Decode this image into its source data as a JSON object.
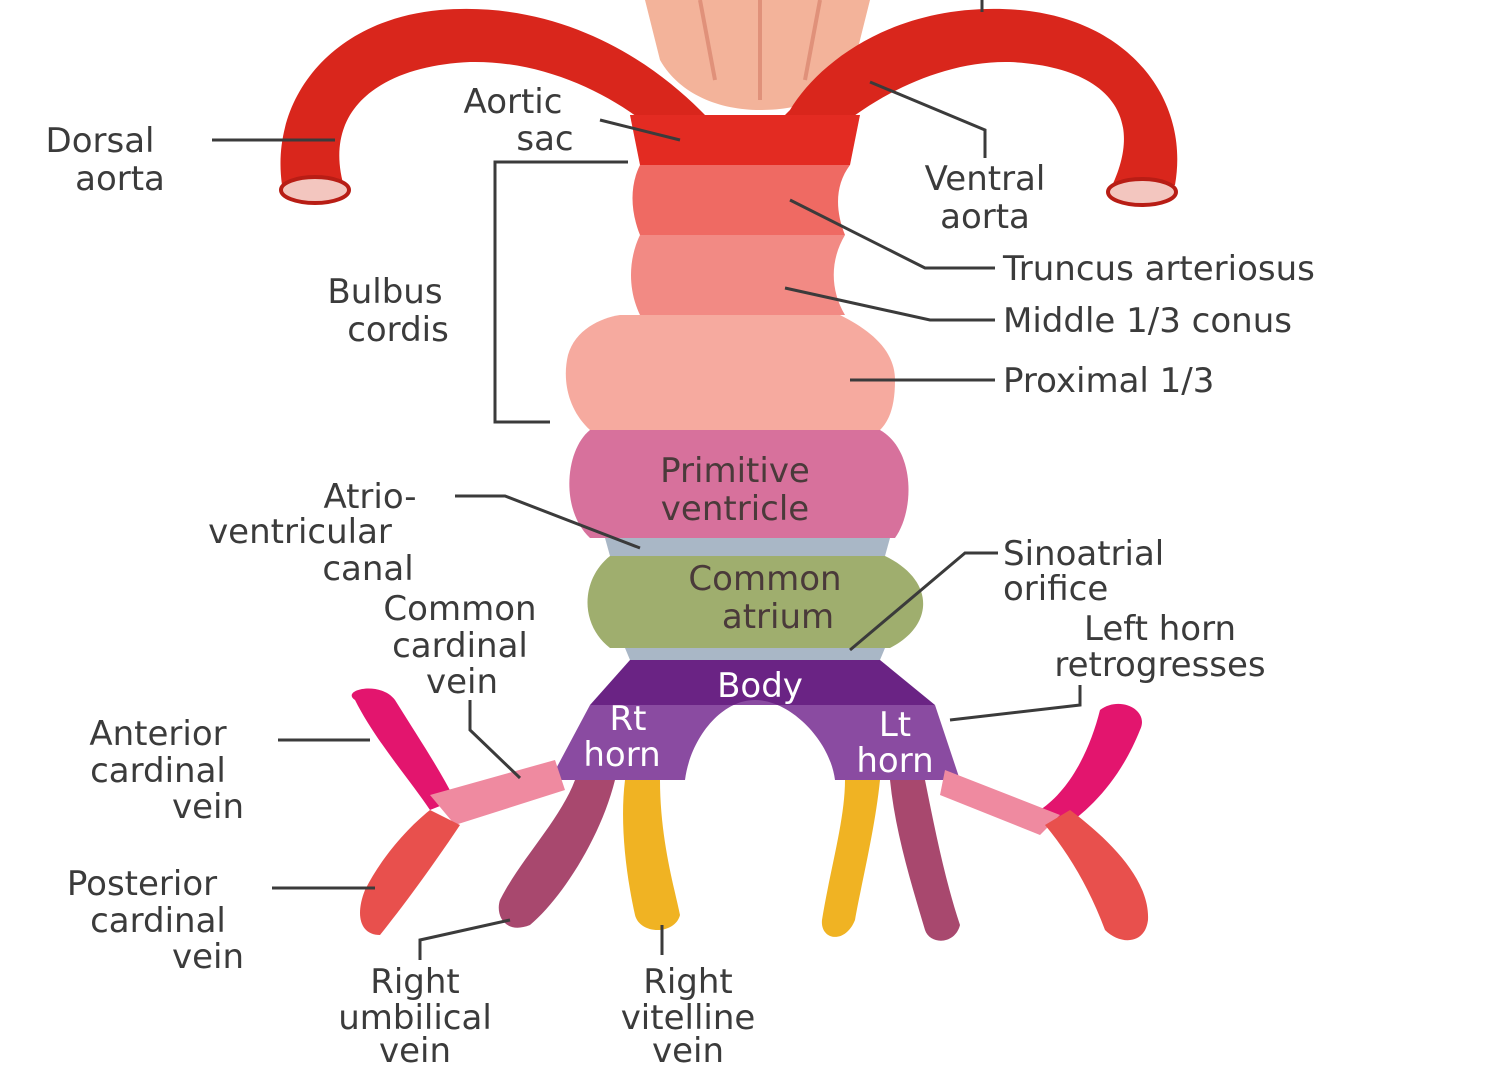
{
  "labels": {
    "dorsal_aorta": [
      "Dorsal",
      "aorta"
    ],
    "aortic_sac": [
      "Aortic",
      "sac"
    ],
    "ventral_aorta": [
      "Ventral",
      "aorta"
    ],
    "truncus": "Truncus arteriosus",
    "middle_conus": "Middle 1/3 conus",
    "proximal": "Proximal 1/3",
    "bulbus_cordis": [
      "Bulbus",
      "cordis"
    ],
    "primitive_ventricle": [
      "Primitive",
      "ventricle"
    ],
    "av_canal": [
      "Atrio-",
      "ventricular",
      "canal"
    ],
    "common_atrium": [
      "Common",
      "atrium"
    ],
    "sinoatrial": [
      "Sinoatrial",
      "orifice"
    ],
    "left_horn": [
      "Left horn",
      "retrogresses"
    ],
    "common_cardinal": [
      "Common",
      "cardinal",
      "vein"
    ],
    "body": "Body",
    "rt_horn": [
      "Rt",
      "horn"
    ],
    "lt_horn": [
      "Lt",
      "horn"
    ],
    "anterior_cardinal": [
      "Anterior",
      "cardinal",
      "vein"
    ],
    "posterior_cardinal": [
      "Posterior",
      "cardinal",
      "vein"
    ],
    "right_umbilical": [
      "Right",
      "umbilical",
      "vein"
    ],
    "right_vitelline": [
      "Right",
      "vitelline",
      "vein"
    ]
  },
  "colors": {
    "aorta": "#d9261c",
    "aortic_sac": "#e32b22",
    "truncus": "#ef6a63",
    "conus": "#f28a84",
    "proximal": "#f6aa9f",
    "ventricle": "#d7719c",
    "av_canal": "#a9b7c6",
    "atrium": "#9fae6e",
    "sinus_body": "#6a2384",
    "sinus_horn": "#8a4ba1",
    "anterior_cardinal": "#e3156e",
    "posterior_cardinal": "#e8504d",
    "common_cardinal": "#ef8aa0",
    "umbilical": "#a8486e",
    "vitelline": "#f0b323",
    "pharynx": "#f3b39a"
  }
}
